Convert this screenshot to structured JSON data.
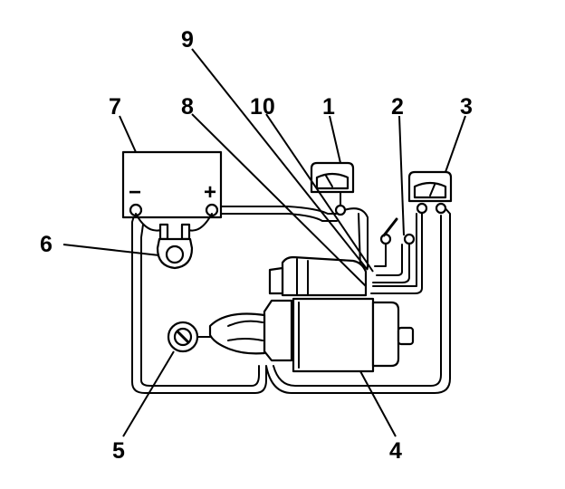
{
  "callouts": {
    "c1": "1",
    "c2": "2",
    "c3": "3",
    "c4": "4",
    "c5": "5",
    "c6": "6",
    "c7": "7",
    "c8": "8",
    "c9": "9",
    "c10": "10"
  },
  "battery": {
    "negative": "−",
    "positive": "+"
  }
}
